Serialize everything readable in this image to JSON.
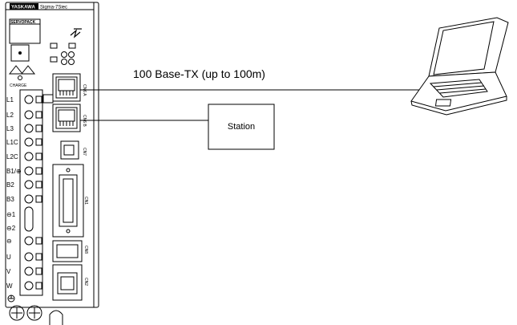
{
  "diagram": {
    "connection_label": "100 Base-TX (up to 100m)",
    "station_label": "Station"
  },
  "servopack": {
    "brand": "YASKAWA",
    "model": "Sigma-7Siec",
    "product": "SERVOPACK",
    "charge_label": "CHARGE",
    "port_a": "CN6 A",
    "port_b": "CN6 B",
    "terminals": [
      "L1",
      "L2",
      "L3",
      "L1C",
      "L2C",
      "B1/⊕",
      "B2",
      "B3",
      "⊖1",
      "⊖2",
      "⊖",
      "U",
      "V",
      "W"
    ],
    "connectors": [
      "CN7",
      "CN1",
      "CN8",
      "CN2"
    ]
  }
}
